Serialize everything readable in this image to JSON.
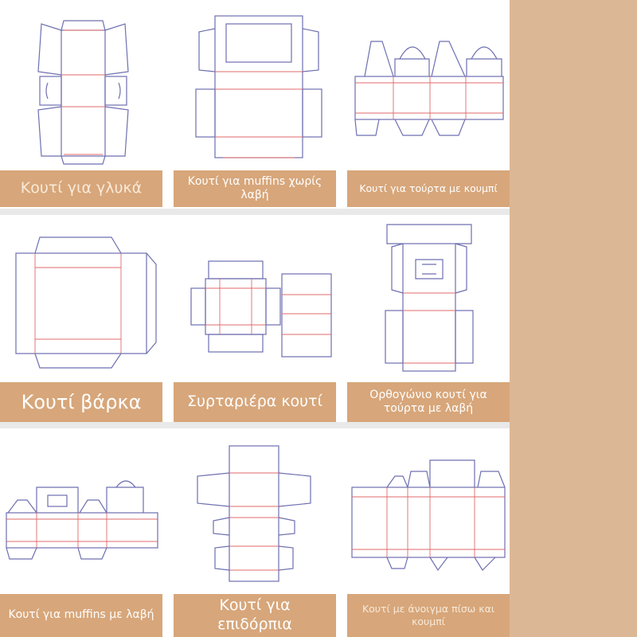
{
  "colors": {
    "label_background": "#d7a67a",
    "label_text": "#ffffff",
    "side_panel": "#dcb795",
    "cut_line": "#6d6fb0",
    "fold_line": "#e06a6a"
  },
  "tiles": [
    {
      "label": "Κουτί για γλυκά"
    },
    {
      "label": "Κουτί για muffins χωρίς λαβή"
    },
    {
      "label": "Κουτί για τούρτα με κουμπί"
    },
    {
      "label": "Κουτί βάρκα"
    },
    {
      "label": "Συρταριέρα κουτί"
    },
    {
      "label": "Ορθογώνιο κουτί για τούρτα με λαβή"
    },
    {
      "label": "Κουτί για muffins με λαβή"
    },
    {
      "label": "Κουτί για επιδόρπια"
    },
    {
      "label": "Κουτί με άνοιγμα πίσω και κουμπί"
    }
  ]
}
